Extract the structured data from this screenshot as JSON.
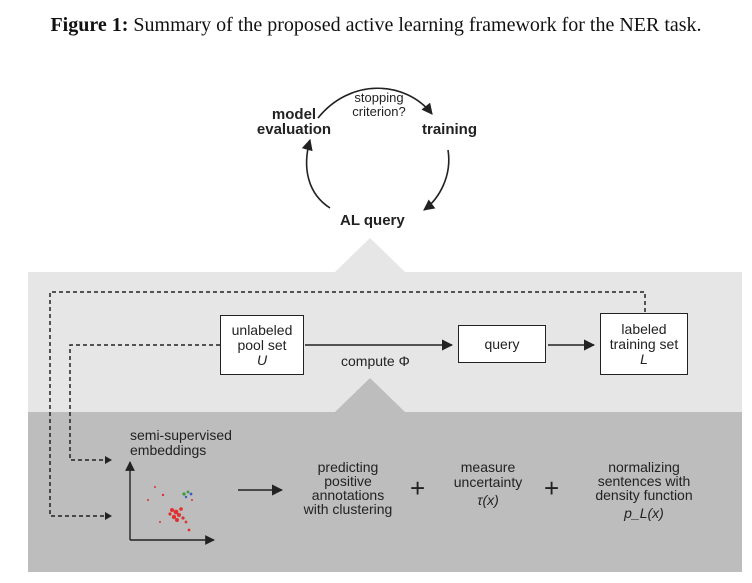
{
  "caption": {
    "label": "Figure 1:",
    "text": " Summary of the proposed active learning framework for the NER task."
  },
  "cycle": {
    "model_evaluation": [
      "model",
      "evaluation"
    ],
    "stopping_criterion": [
      "stopping",
      "criterion?"
    ],
    "training": "training",
    "al_query": "AL query"
  },
  "pipeline": {
    "unlabeled_pool": [
      "unlabeled",
      "pool set",
      "U"
    ],
    "query": "query",
    "labeled_set": [
      "labeled",
      "training set",
      "L"
    ],
    "compute": "compute Φ"
  },
  "bottom": {
    "embeddings": [
      "semi-supervised",
      "embeddings"
    ],
    "predicting": [
      "predicting",
      "positive",
      "annotations",
      "with clustering"
    ],
    "measure": [
      "measure",
      "uncertainty",
      "τ(x)"
    ],
    "normalizing": [
      "normalizing",
      "sentences with",
      "density function",
      "p_L(x)"
    ],
    "plus": "+"
  },
  "colors": {
    "light_band": "#e6e6e6",
    "dark_band": "#bdbdbd",
    "scatter_main": "#e03030",
    "scatter_green": "#3a9a3a",
    "scatter_blue": "#3a5ad0"
  }
}
